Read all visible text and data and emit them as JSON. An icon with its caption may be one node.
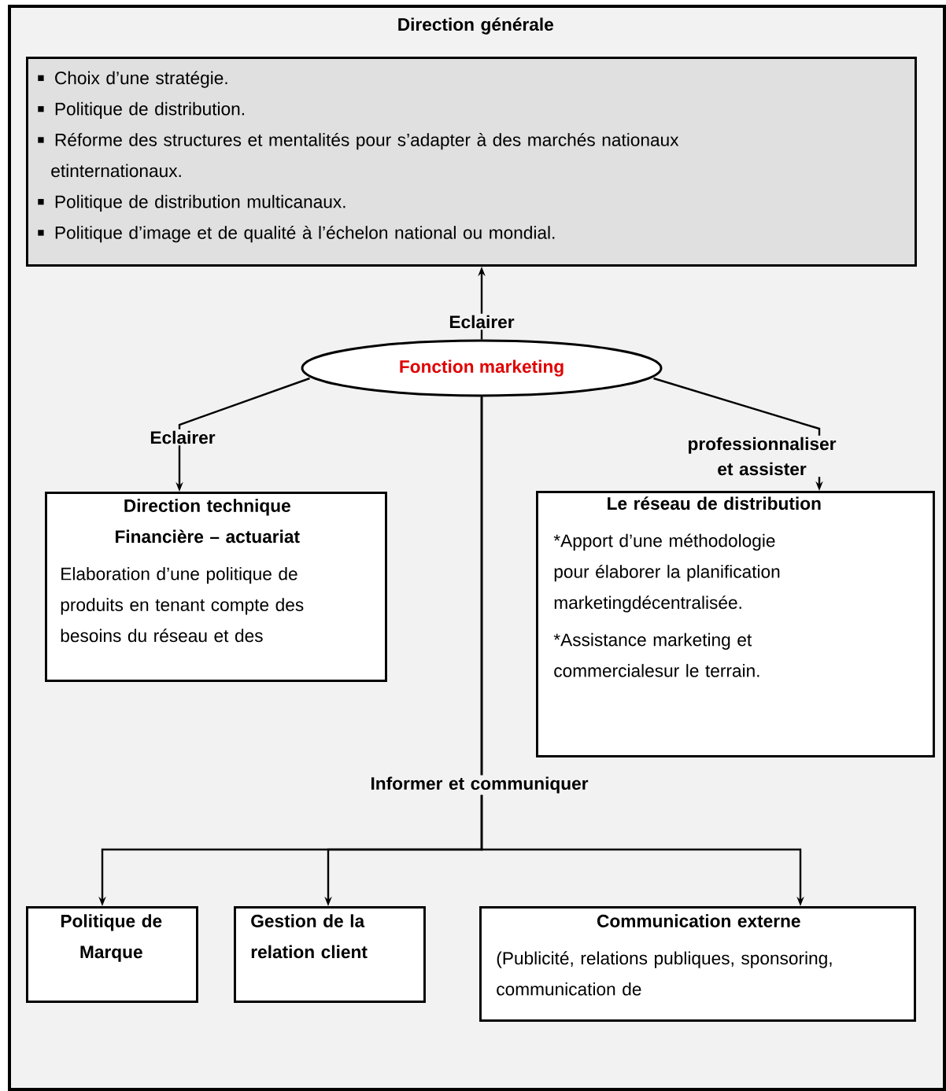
{
  "diagram": {
    "nodes": [
      {
        "text": [
          "Direction générale"
        ]
      },
      {
        "text": [
          "Choix d’une stratégie.",
          "Politique de distribution.",
          "Réforme des structures et mentalités pour s’adapter à des marchés nationaux etinternationaux.",
          "Politique de distribution multicanaux.",
          "Politique d’image et de qualité à l’échelon national ou mondial."
        ],
        "in": 0
      },
      {
        "text": [
          "Fonction marketing"
        ],
        "in": 0
      },
      {
        "text": [
          "Direction technique",
          "Financière – actuariat",
          "Elaboration d’une politique de produits en tenant compte des besoins du réseau et des"
        ],
        "in": 0
      },
      {
        "text": [
          "Le réseau de distribution",
          "*Apport d’une méthodologie pour élaborer la planification marketingdécentralisée.",
          "*Assistance marketing et commercialesur le terrain."
        ],
        "in": 0
      },
      {
        "text": [
          "Politique de Marque"
        ],
        "in": 0
      },
      {
        "text": [
          "Gestion de la relation client"
        ],
        "in": 0
      },
      {
        "text": [
          "Communication externe",
          "(Publicité, relations publiques, sponsoring, communication de"
        ],
        "in": 0
      }
    ],
    "edges": [
      {
        "from": 2,
        "to": 1,
        "arrow": "to",
        "label": "Eclairer"
      },
      {
        "from": 2,
        "to": 3,
        "arrow": "to",
        "label": "Eclairer"
      },
      {
        "from": 2,
        "to": 4,
        "arrow": "to",
        "label": "professionnaliser et assister"
      },
      {
        "from": 2,
        "to": 5,
        "arrow": "to",
        "label": "Informer et communiquer"
      },
      {
        "from": 2,
        "to": 6,
        "arrow": "to"
      },
      {
        "from": 2,
        "to": 7,
        "arrow": "to"
      }
    ]
  }
}
